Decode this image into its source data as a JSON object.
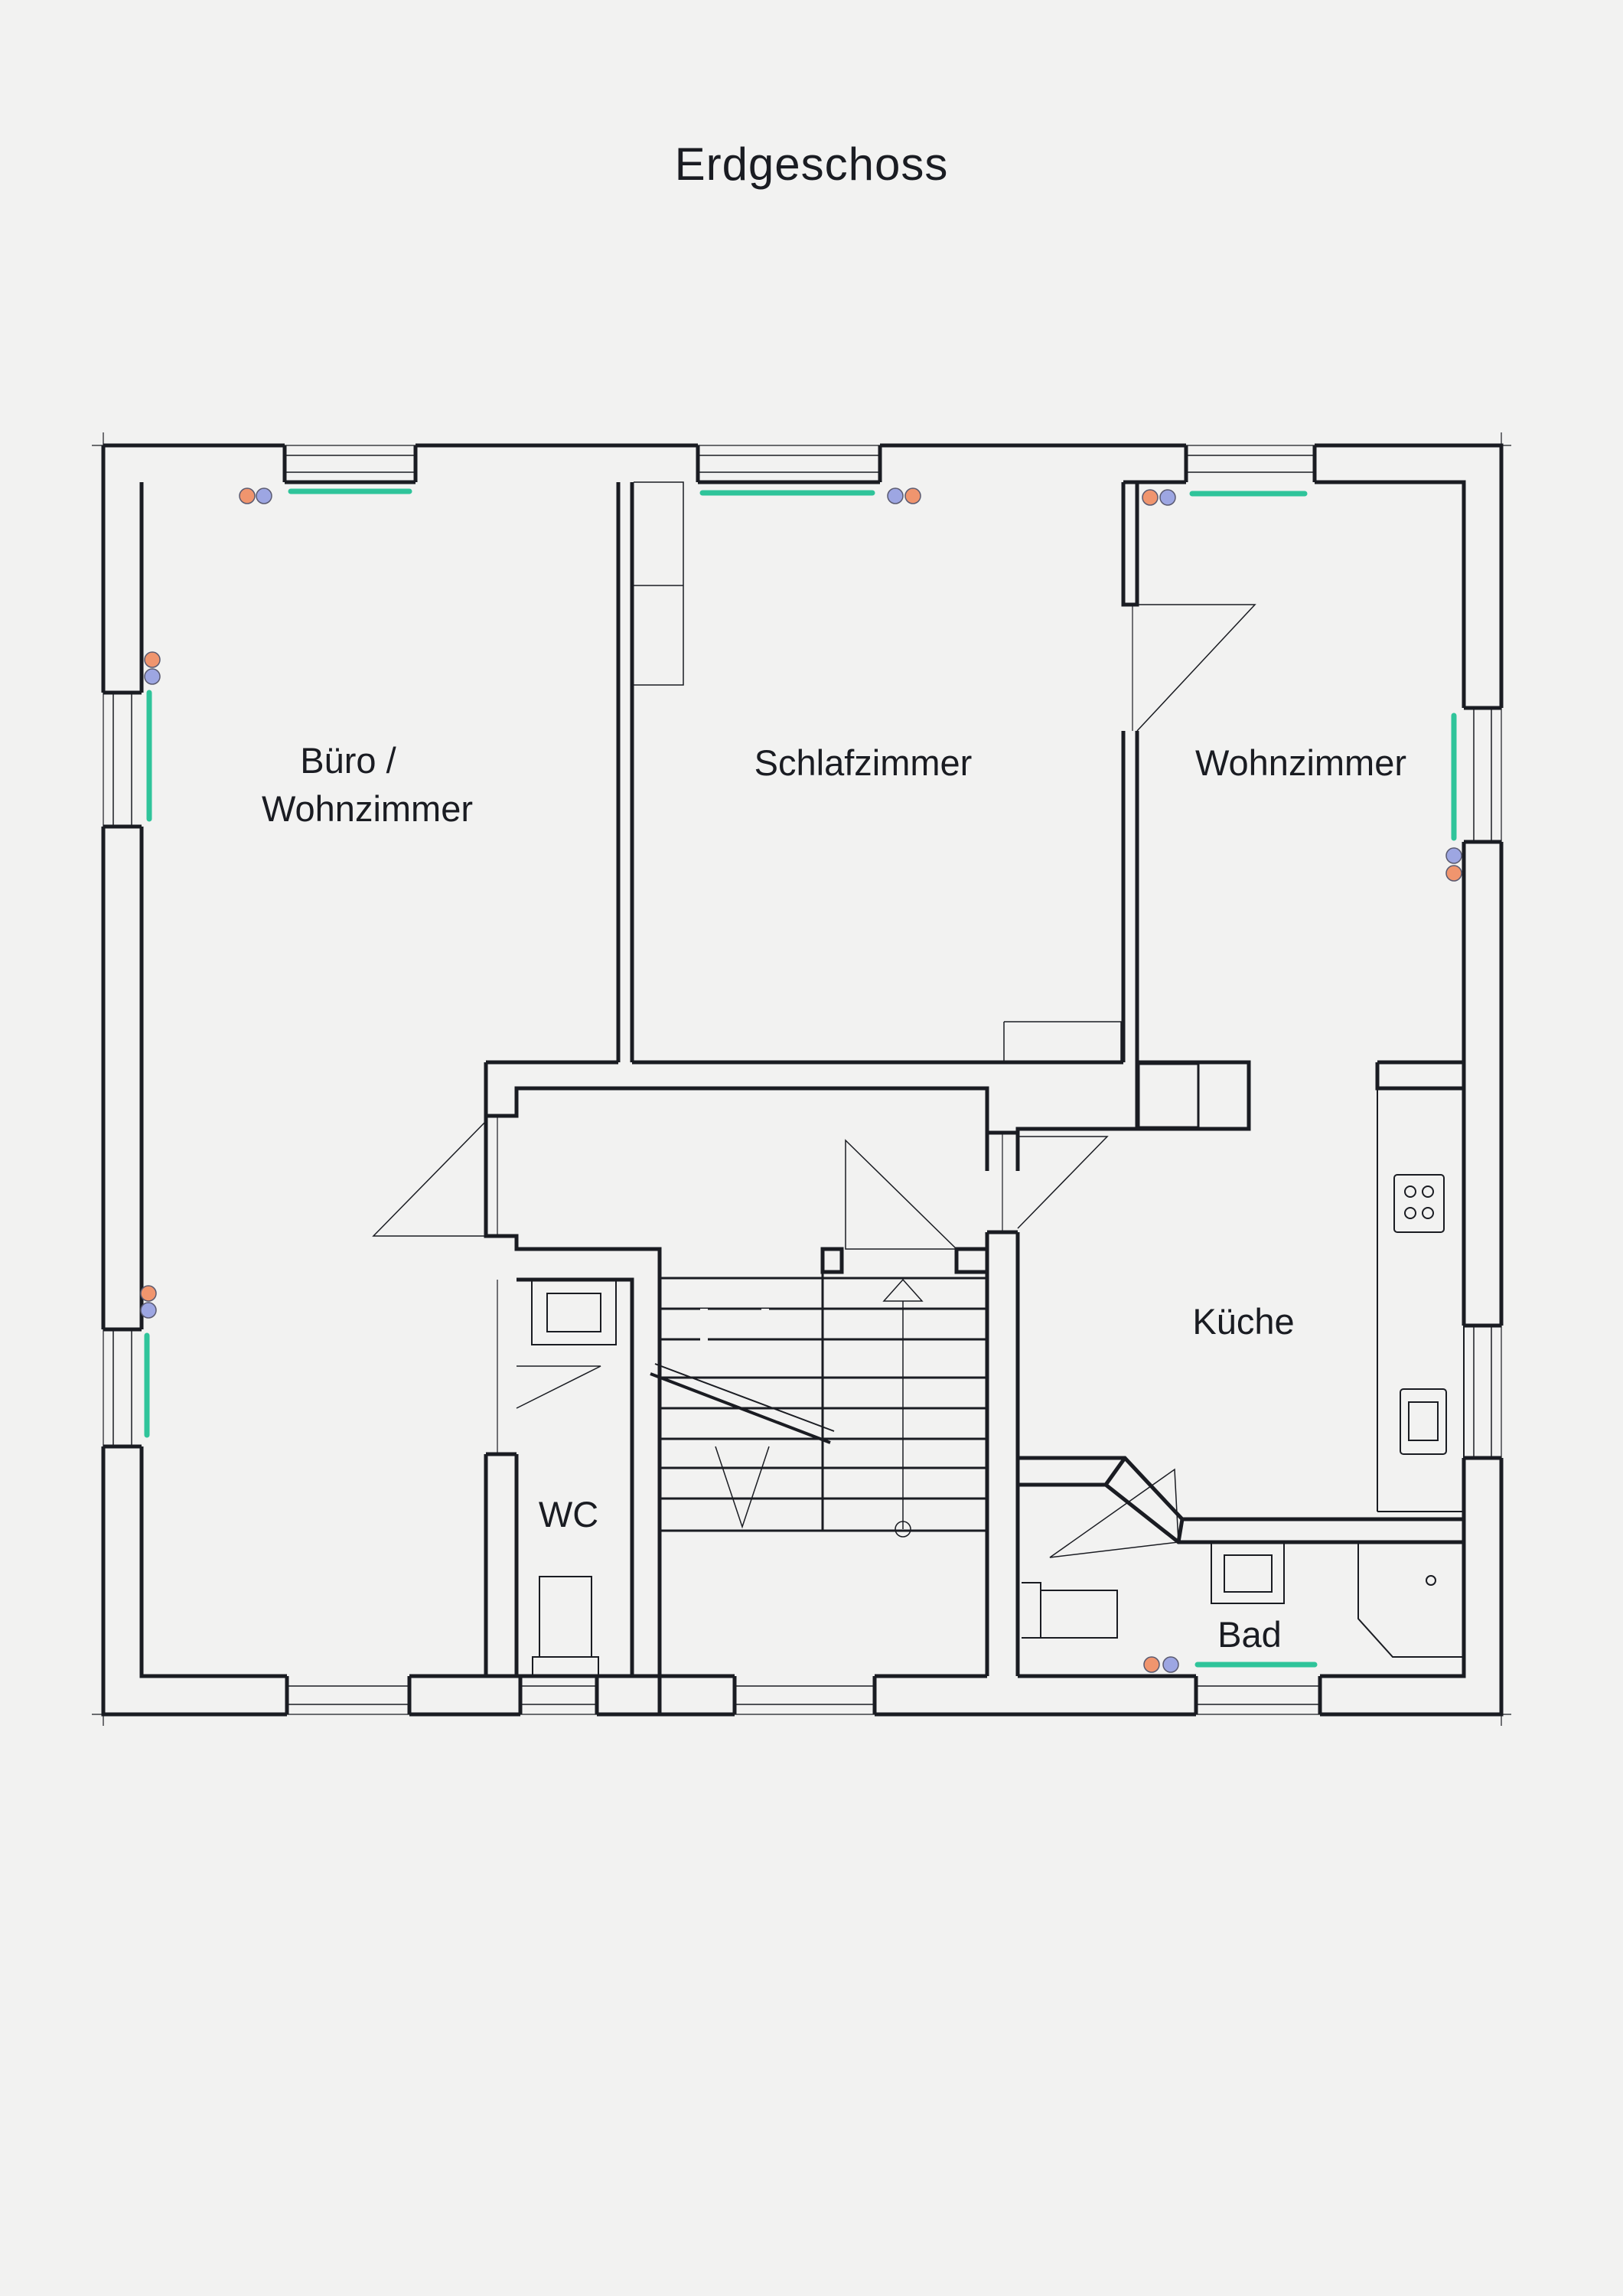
{
  "title": "Erdgeschoss",
  "rooms": {
    "buero_line1": "Büro /",
    "buero_line2": "Wohnzimmer",
    "schlafzimmer": "Schlafzimmer",
    "wohnzimmer": "Wohnzimmer",
    "kueche": "Küche",
    "wc": "WC",
    "bad": "Bad"
  },
  "colors": {
    "wall": "#1a1c22",
    "heater": "#2fc49a",
    "pipe_warm": "#f0956e",
    "pipe_cold": "#9da6e2",
    "background": "#f2f2f1"
  }
}
